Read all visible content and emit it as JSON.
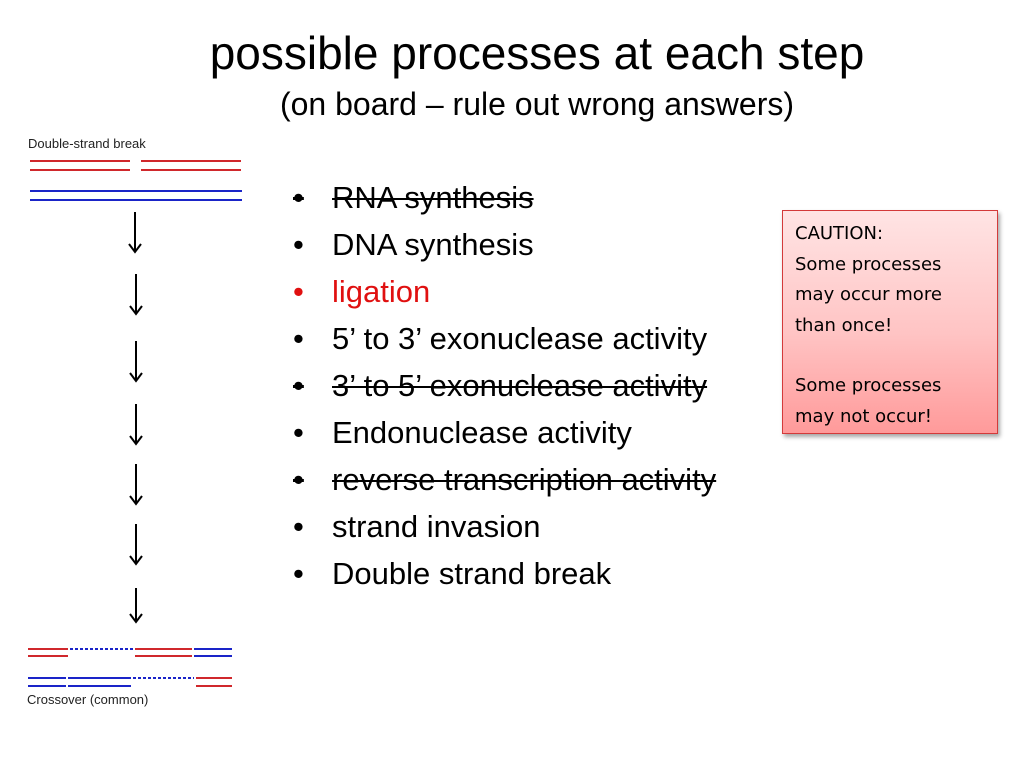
{
  "slide": {
    "title": "possible processes at each step",
    "subtitle": "(on board – rule out wrong answers)"
  },
  "diagram": {
    "top_label": "Double-strand break",
    "bottom_label": "Crossover (common)",
    "step_count": 7,
    "colors": {
      "red_strand": "#d0282c",
      "blue_strand": "#1a24c8",
      "arrow": "#000000"
    }
  },
  "processes": [
    {
      "text": "RNA synthesis",
      "struck": true,
      "highlight": false
    },
    {
      "text": "DNA synthesis",
      "struck": false,
      "highlight": false
    },
    {
      "text": "ligation",
      "struck": false,
      "highlight": true
    },
    {
      "text": "5’ to 3’ exonuclease activity",
      "struck": false,
      "highlight": false
    },
    {
      "text": "3’ to 5’ exonuclease activity",
      "struck": true,
      "highlight": false
    },
    {
      "text": "Endonuclease activity",
      "struck": false,
      "highlight": false
    },
    {
      "text": "reverse transcription activity",
      "struck": true,
      "highlight": false
    },
    {
      "text": "strand invasion",
      "struck": false,
      "highlight": false
    },
    {
      "text": "Double strand break",
      "struck": false,
      "highlight": false
    }
  ],
  "bullet_glyph": "•",
  "caution": {
    "heading": "CAUTION:",
    "line1": "Some processes may occur more than once!",
    "line2": "Some processes may not occur!",
    "colors": {
      "border": "#d33a3a",
      "fill_top": "#ffe4e4",
      "fill_bottom": "#ff9a9a"
    }
  },
  "colors": {
    "highlight_text": "#e01010",
    "body_text": "#000000"
  }
}
